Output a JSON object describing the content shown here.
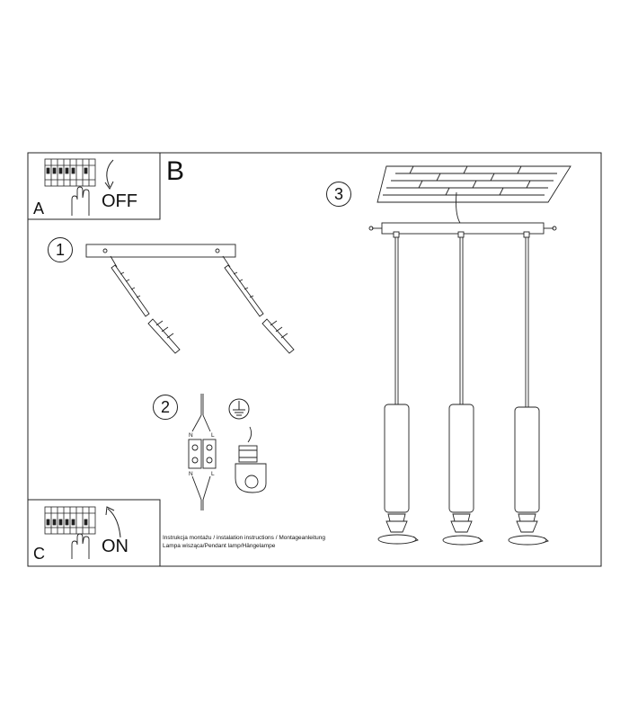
{
  "panels": {
    "section_label": "B",
    "power_off": {
      "letter": "A",
      "text": "OFF"
    },
    "power_on": {
      "letter": "C",
      "text": "ON"
    }
  },
  "steps": [
    {
      "number": "1"
    },
    {
      "number": "2"
    },
    {
      "number": "3"
    }
  ],
  "wiring": {
    "terminal_left_top": "N",
    "terminal_right_top": "L",
    "terminal_left_bottom": "N",
    "terminal_right_bottom": "L"
  },
  "caption": {
    "line1": "Instrukcja montażu / instalation instructions / Montageanleitung",
    "line2": "Lampa wisząca/Pendant lamp/Hängelampe"
  },
  "icons": [
    "breaker-panel-icon",
    "hand-icon",
    "curved-arrow-down-icon",
    "curved-arrow-up-icon",
    "ground-symbol-icon",
    "rotation-arrow-icon"
  ]
}
